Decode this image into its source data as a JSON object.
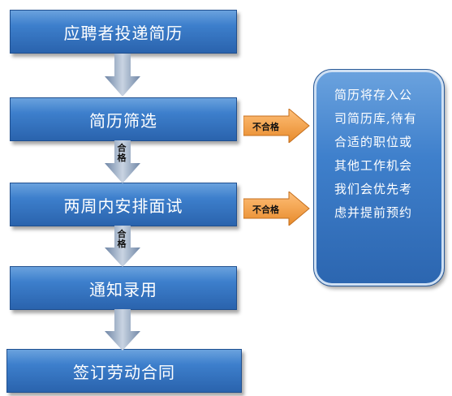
{
  "steps": [
    "应聘者投递简历",
    "简历筛选",
    "两周内安排面试",
    "通知录用",
    "签订劳动合同"
  ],
  "down_arrow_labels": [
    "合格",
    "合格"
  ],
  "reject_label": "不合格",
  "panel_text": "简历将存入公\n司简历库,待有\n合适的职位或\n其他工作机会\n我们会优先考\n虑并提前预约",
  "colors": {
    "box_top": "#6aa2de",
    "box_bottom": "#2a63ad",
    "down_arrow": "#8fa3bd",
    "right_arrow": "#f0a04a",
    "text": "#ffffff"
  },
  "icons": {
    "down_arrow": "down-arrow-icon",
    "right_arrow": "right-arrow-icon"
  }
}
